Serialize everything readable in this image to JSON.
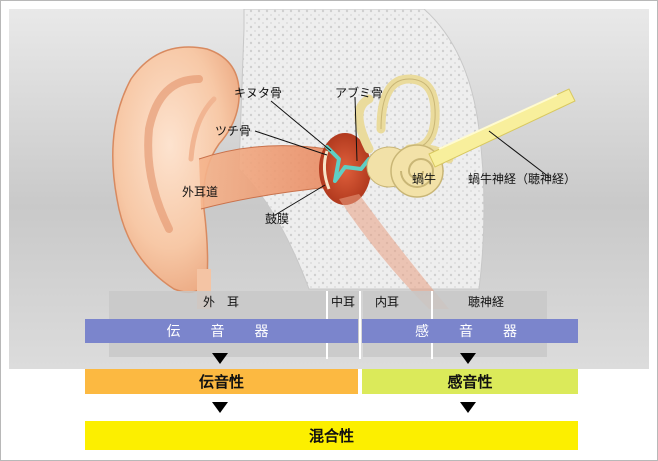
{
  "anatomy_labels": {
    "incus": "キヌタ骨",
    "stapes": "アブミ骨",
    "malleus": "ツチ骨",
    "ear_canal": "外耳道",
    "eardrum": "鼓膜",
    "cochlea": "蝸牛",
    "nerve": "蝸牛神経（聴神経）"
  },
  "regions": {
    "outer": "外　耳",
    "middle": "中耳",
    "inner": "内耳",
    "nerve": "聴神経"
  },
  "organs": {
    "conductive": "伝　音　器",
    "sensory": "感　音　器"
  },
  "hearing_loss": {
    "conductive": "伝音性",
    "sensorineural": "感音性",
    "mixed": "混合性"
  },
  "colors": {
    "organ_bar": "#7b85cc",
    "conductive": "#fcb941",
    "sensorineural": "#dbea5a",
    "mixed": "#fcef00",
    "ear_skin": "#f6c4a0",
    "middle_ear": "#c84a2a",
    "bone": "#ececec",
    "cochlea": "#f3e2a8"
  },
  "icons": [
    "down-arrow-icon"
  ]
}
